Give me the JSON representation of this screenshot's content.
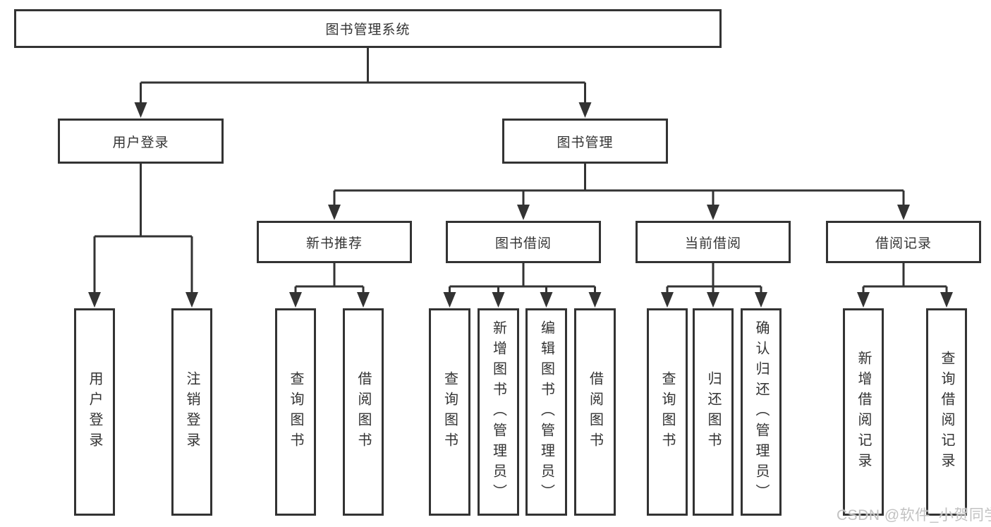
{
  "tree": {
    "root": {
      "label": "图书管理系统"
    },
    "branches": [
      {
        "label": "用户登录",
        "children": [
          {
            "label": "用户登录"
          },
          {
            "label": "注销登录"
          }
        ]
      },
      {
        "label": "图书管理",
        "children": [
          {
            "label": "新书推荐",
            "children": [
              {
                "label": "查询图书"
              },
              {
                "label": "借阅图书"
              }
            ]
          },
          {
            "label": "图书借阅",
            "children": [
              {
                "label": "查询图书"
              },
              {
                "label": "新增图书（管理员）"
              },
              {
                "label": "编辑图书（管理员）"
              },
              {
                "label": "借阅图书"
              }
            ]
          },
          {
            "label": "当前借阅",
            "children": [
              {
                "label": "查询图书"
              },
              {
                "label": "归还图书"
              },
              {
                "label": "确认归还（管理员）"
              }
            ]
          },
          {
            "label": "借阅记录",
            "children": [
              {
                "label": "新增借阅记录"
              },
              {
                "label": "查询借阅记录"
              }
            ]
          }
        ]
      }
    ]
  },
  "watermark": {
    "text": "CSDN @软件_小贺同学"
  },
  "colors": {
    "line": "#333333",
    "box_border": "#333333",
    "text": "#333333",
    "watermark": "#c2c2c2",
    "background": "#ffffff"
  }
}
